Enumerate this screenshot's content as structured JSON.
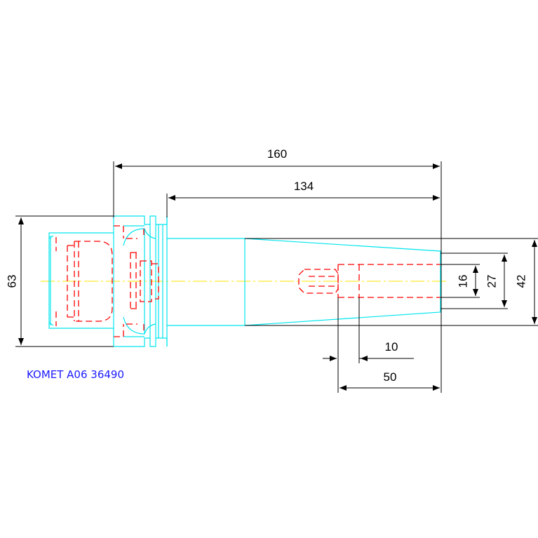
{
  "drawing": {
    "part_label": "KOMET A06 36490",
    "dimensions": {
      "total_length": "160",
      "length_134": "134",
      "flange_diameter": "63",
      "shank_diameter": "42",
      "bore_diameter": "27",
      "thread_diameter": "16",
      "depth_10": "10",
      "depth_50": "50"
    },
    "colors": {
      "outline": "#00e5ee",
      "hidden": "#ff0000",
      "dimension": "#000000",
      "centerline": "#ffe600",
      "label": "#1a1aff"
    }
  }
}
